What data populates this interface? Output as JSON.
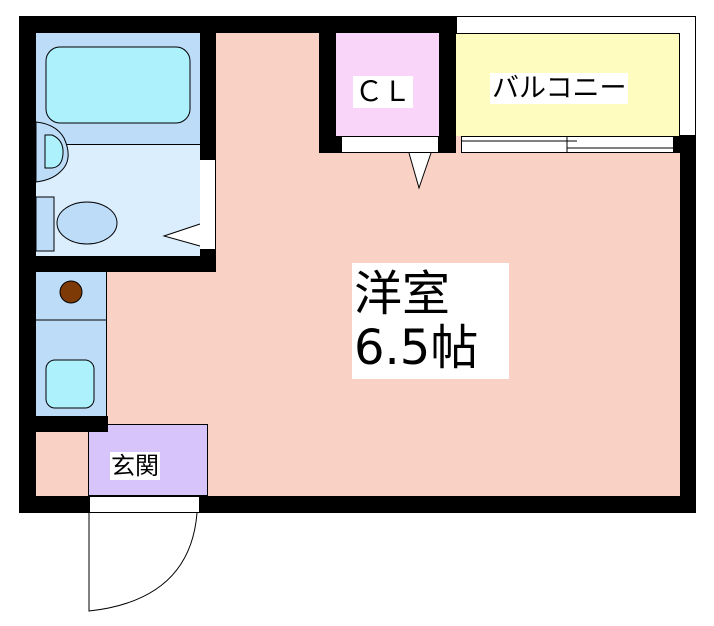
{
  "floor_plan": {
    "rooms": [
      {
        "id": "western-room",
        "label_line1": "洋室",
        "label_line2": "6.5帖",
        "color": "#f9d1c5"
      },
      {
        "id": "closet",
        "label": "ＣＬ",
        "color": "#f9d5f9"
      },
      {
        "id": "balcony",
        "label": "バルコニー",
        "color": "#fefdbf"
      },
      {
        "id": "entrance",
        "label": "玄関",
        "color": "#d7c4fa"
      },
      {
        "id": "bathroom",
        "label": "",
        "color": "#dbeefe"
      },
      {
        "id": "kitchen",
        "label": "",
        "color": "#bcdcf8"
      }
    ],
    "colors": {
      "wall": "#000000",
      "bathtub": "#adf1fd",
      "bath_area": "#bcdcf8",
      "stove_burner": "#7e3a06",
      "background": "#ffffff"
    }
  }
}
